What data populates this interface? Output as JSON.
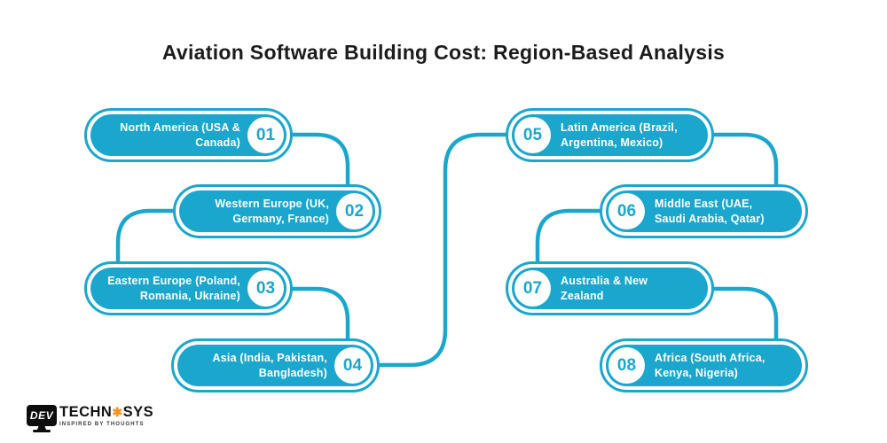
{
  "title": "Aviation Software Building Cost: Region-Based Analysis",
  "colors": {
    "accent_cyan": "#1BA7CD",
    "title_text": "#1C1C1C",
    "pill_text": "#FFFFFF",
    "logo_black": "#0D0D0D",
    "logo_orange": "#F7941D",
    "background": "#FFFFFF"
  },
  "pills": [
    {
      "number": "01",
      "label": "North America (USA &\nCanada)",
      "side": "left",
      "number_position": "right"
    },
    {
      "number": "02",
      "label": "Western Europe (UK,\nGermany, France)",
      "side": "left",
      "number_position": "right"
    },
    {
      "number": "03",
      "label": "Eastern Europe (Poland,\nRomania, Ukraine)",
      "side": "left",
      "number_position": "right"
    },
    {
      "number": "04",
      "label": "Asia (India, Pakistan,\nBangladesh)",
      "side": "left",
      "number_position": "right"
    },
    {
      "number": "05",
      "label": "Latin America (Brazil,\nArgentina, Mexico)",
      "side": "right",
      "number_position": "left"
    },
    {
      "number": "06",
      "label": "Middle East (UAE,\nSaudi Arabia, Qatar)",
      "side": "right",
      "number_position": "left"
    },
    {
      "number": "07",
      "label": "Australia & New\nZealand",
      "side": "right",
      "number_position": "left"
    },
    {
      "number": "08",
      "label": "Africa (South Africa,\nKenya, Nigeria)",
      "side": "right",
      "number_position": "left"
    }
  ],
  "logo": {
    "monitor_text": "DEV",
    "name_part1": "TECHN",
    "gear_glyph": "✱",
    "name_part2": "SYS",
    "tagline": "INSPIRED BY THOUGHTS"
  }
}
